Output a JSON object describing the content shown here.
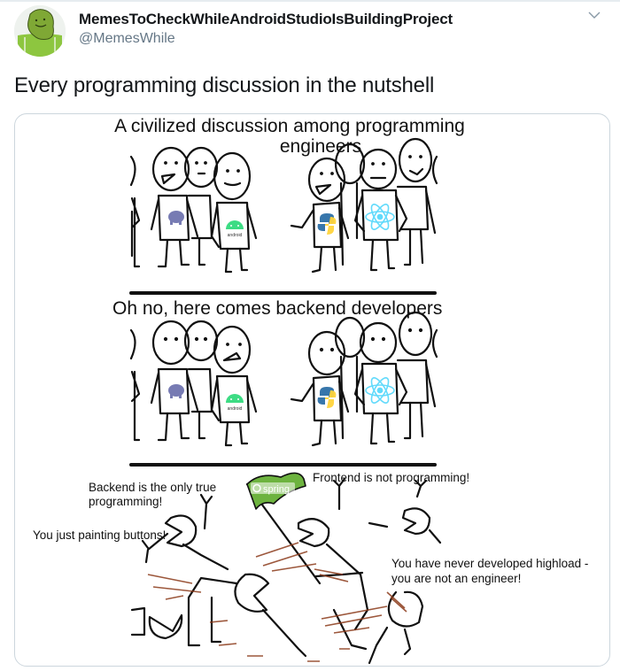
{
  "tweet": {
    "author": {
      "display_name": "MemesToCheckWhileAndroidStudioIsBuildingProject",
      "handle": "@MemesWhile",
      "avatar_icon": "forever-alone-android-avatar"
    },
    "menu_icon": "chevron-down-icon",
    "text": "Every programming discussion in the nutshell",
    "media": {
      "type": "meme-image",
      "panels": [
        {
          "title_line1": "A civilized discussion among programming",
          "title_line2": "engineers",
          "left_group_logos": [
            "php-elephant",
            "android"
          ],
          "right_group_logos": [
            "python",
            "react"
          ]
        },
        {
          "title": "Oh no, here comes backend developers",
          "left_group_logos": [
            "php-elephant",
            "android"
          ],
          "right_group_logos": [
            "python",
            "react"
          ]
        },
        {
          "speech": [
            "Backend is the only true",
            "programming!",
            "Frontend is not programming!",
            "You just painting buttons!",
            "You have never developed highload -",
            "you are not an engineer!"
          ],
          "flag_label": "spring"
        }
      ],
      "android_label": "android"
    }
  },
  "colors": {
    "text_primary": "#14171a",
    "text_secondary": "#657786",
    "border": "#ccd6dd",
    "spring_green": "#6db33f",
    "android_green": "#3ddc84",
    "react_blue": "#61dafb",
    "python_blue": "#3776ab",
    "python_yellow": "#ffd43b",
    "php_purple": "#777bb3",
    "blood_brown": "#8b3a1a"
  }
}
